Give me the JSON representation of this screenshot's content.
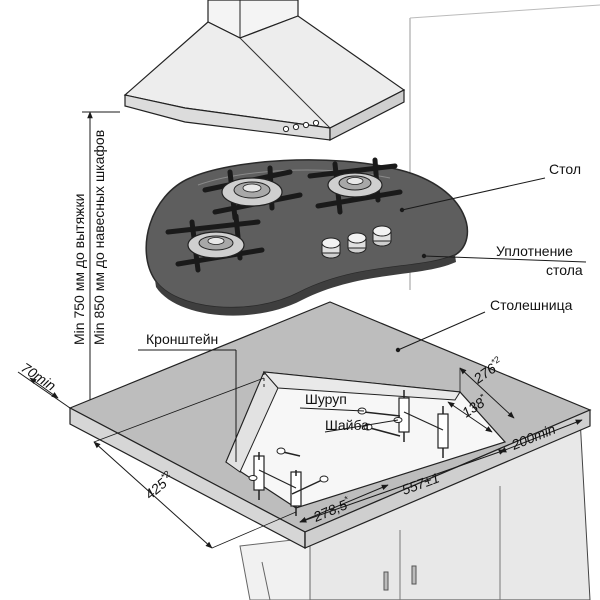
{
  "labels": {
    "stol": "Стол",
    "seal_line1": "Уплотнение",
    "seal_line2": "стола",
    "countertop": "Столешница",
    "bracket": "Кронштейн",
    "screw": "Шуруп",
    "washer": "Шайба",
    "hood_min": "Min 750 мм до вытяжки",
    "cabinet_min": "Min 850 мм до навесных шкафов"
  },
  "dimensions": {
    "d70": "70min",
    "d425": "425",
    "d425_sup": "*2",
    "d278": "278,5",
    "d278_sup": "*",
    "d557": "557±1",
    "d200": "200min",
    "d276": "276",
    "d276_sup": "*2",
    "d138": "138",
    "d138_sup": "*"
  },
  "colors": {
    "hob_glass": "#6e6e6e",
    "countertop_top": "#bdbdbd",
    "countertop_edge": "#d4d4d4",
    "cabinet": "#e6e6e6",
    "line": "#1a1a1a"
  }
}
